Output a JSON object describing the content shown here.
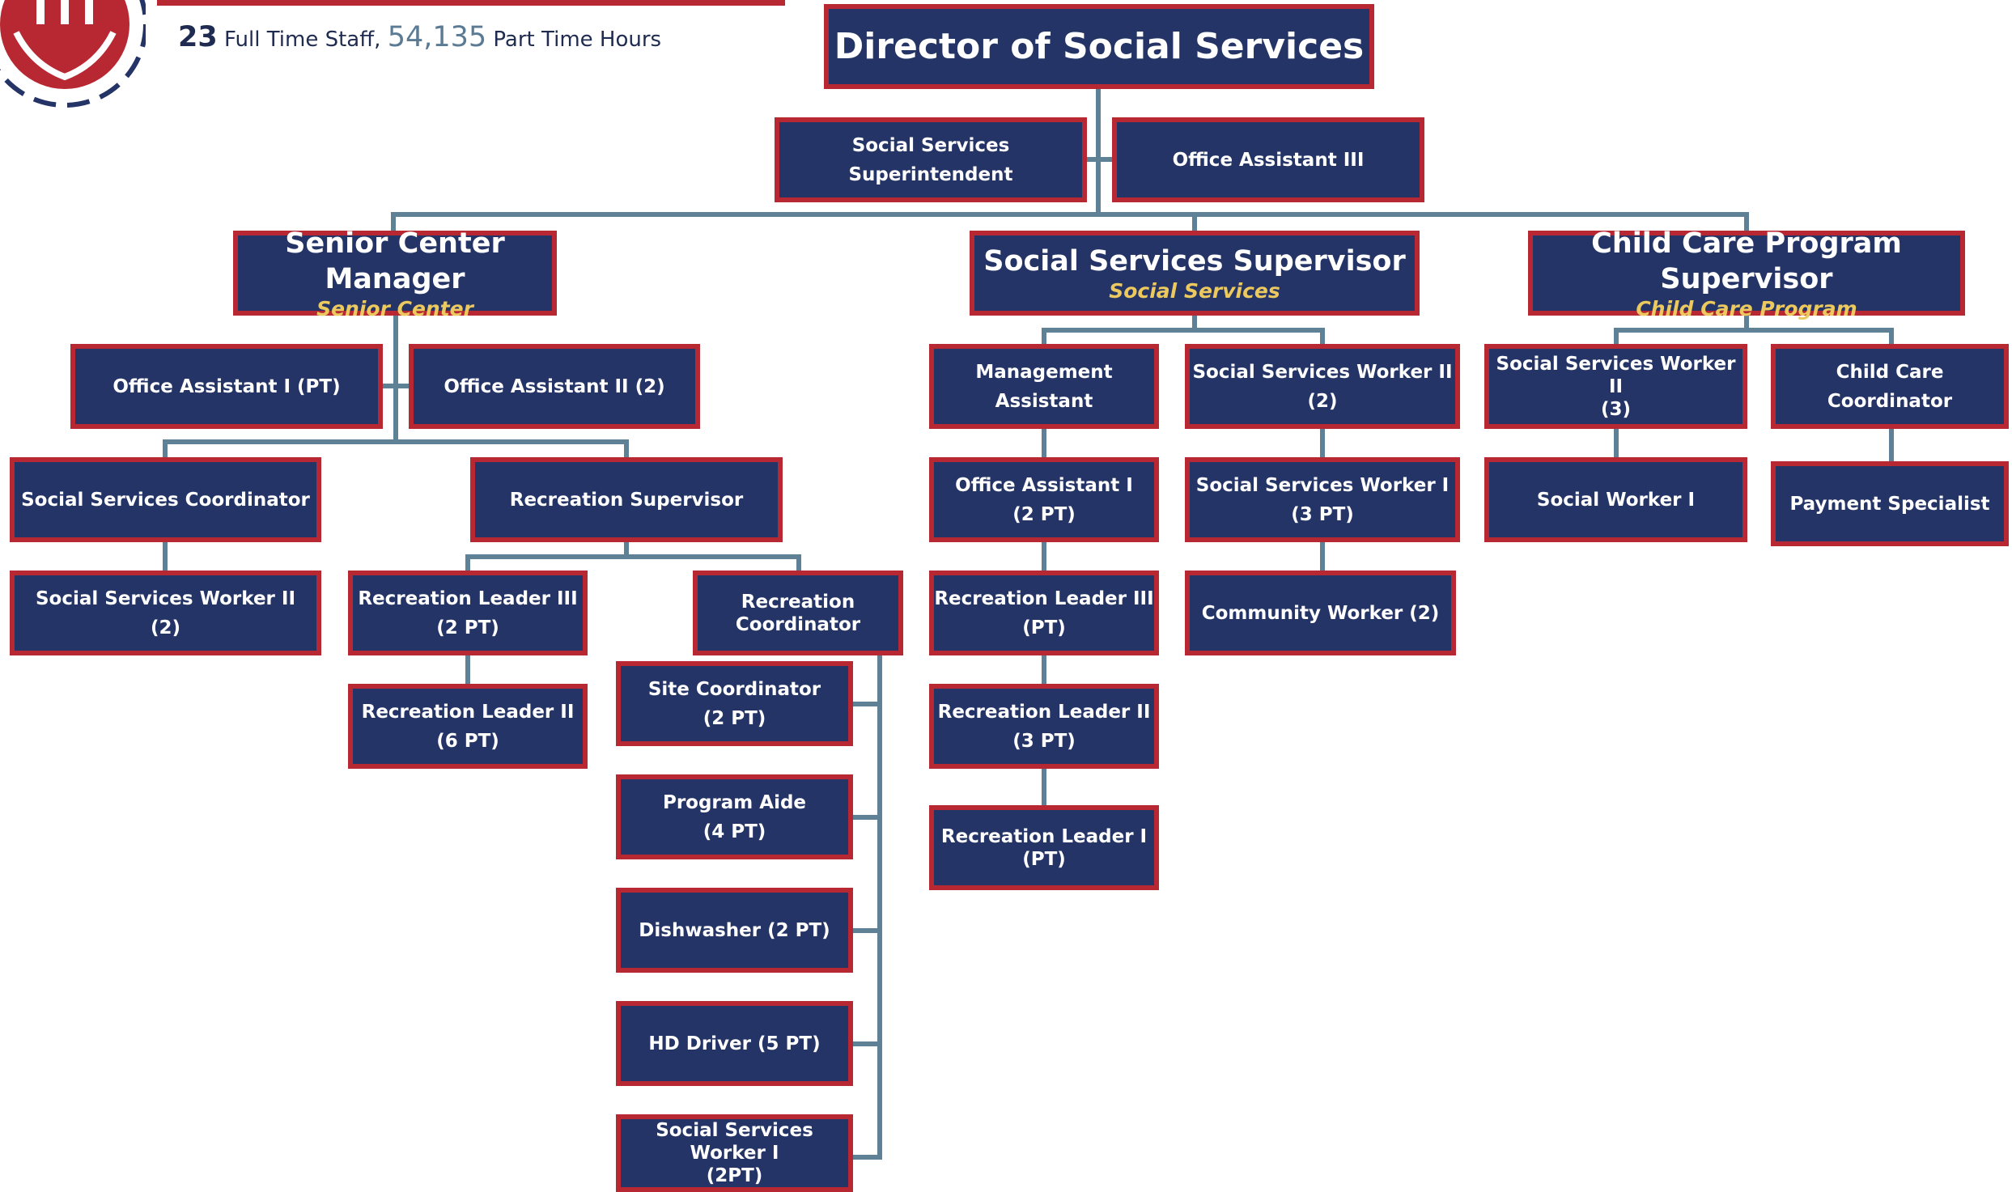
{
  "header": {
    "full_time_count": "23",
    "full_time_label": " Full Time Staff, ",
    "part_time_count": "54,135",
    "part_time_label": " Part Time Hours"
  },
  "colors": {
    "box_fill": "#253466",
    "box_border": "#b82832",
    "connector": "#5f8196",
    "subtitle": "#ecc95e"
  },
  "logo": {
    "icon": "caring-hands-people-icon"
  },
  "org": {
    "director": "Director of Social Services",
    "superintendent": "Social Services Superintendent",
    "office_assistant_iii": "Office Assistant III",
    "senior_center": {
      "title": "Senior Center Manager",
      "subtitle": "Senior Center",
      "oa1": [
        "Office Assistant I (PT)"
      ],
      "oa2": [
        "Office Assistant II (2)"
      ],
      "coordinator": [
        "Social Services Coordinator"
      ],
      "ssw2": [
        "Social Services Worker II",
        "(2)"
      ],
      "rec_supervisor": [
        "Recreation Supervisor"
      ],
      "rl3": [
        "Recreation Leader III",
        "(2 PT)"
      ],
      "rl2": [
        "Recreation Leader II",
        "(6 PT)"
      ],
      "rec_coord": [
        "Recreation",
        "Coordinator"
      ],
      "site_coord": [
        "Site Coordinator",
        "(2 PT)"
      ],
      "program_aide": [
        "Program Aide",
        "(4 PT)"
      ],
      "dishwasher": [
        "Dishwasher (2 PT)"
      ],
      "hd_driver": [
        "HD Driver (5 PT)"
      ],
      "ssw1": [
        "Social Services Worker I",
        "(2PT)"
      ]
    },
    "social_services": {
      "title": "Social Services Supervisor",
      "subtitle": "Social Services",
      "mgmt": [
        "Management Assistant"
      ],
      "oa1": [
        "Office Assistant I",
        "(2 PT)"
      ],
      "rl3": [
        "Recreation Leader III",
        "(PT)"
      ],
      "rl2": [
        "Recreation Leader II",
        "(3 PT)"
      ],
      "rl1": [
        "Recreation Leader I",
        "(PT)"
      ],
      "ssw2": [
        "Social Services Worker II",
        "(2)"
      ],
      "ssw1": [
        "Social Services Worker I",
        "(3 PT)"
      ],
      "community": [
        "Community Worker (2)"
      ]
    },
    "child_care": {
      "title": "Child Care Program Supervisor",
      "subtitle": "Child Care Program",
      "ssw2": [
        "Social Services Worker II",
        "(3)"
      ],
      "sw1": [
        "Social Worker I"
      ],
      "coordinator": [
        "Child Care Coordinator"
      ],
      "payment": [
        "Payment Specialist"
      ]
    }
  }
}
